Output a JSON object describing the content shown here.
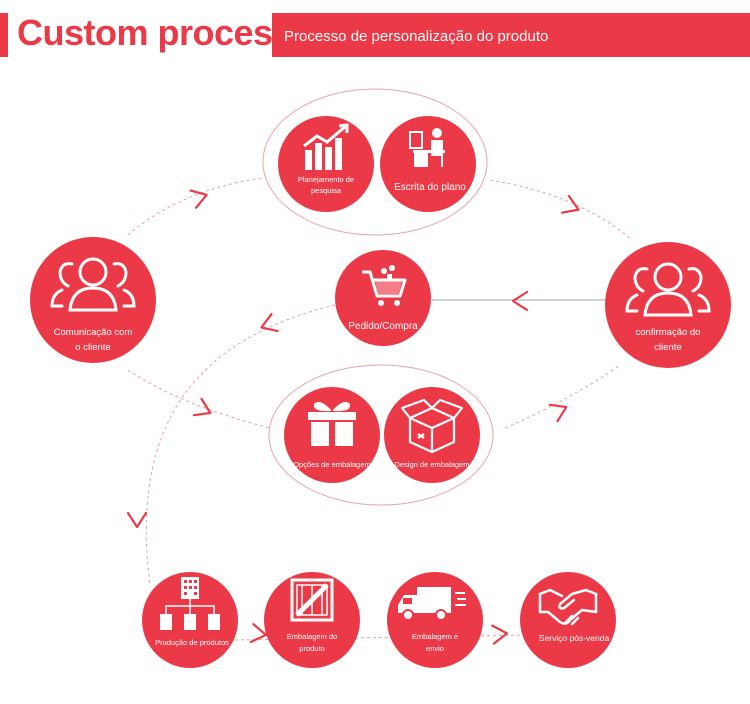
{
  "header": {
    "title": "Custom process",
    "subtitle": "Processo de personalização do produto"
  },
  "nodes": {
    "planejamento": {
      "line1": "Planejamento de",
      "line2": "pesquisa",
      "icon": "bar-chart-up-icon"
    },
    "escrita": {
      "line1": "Escrita do plano",
      "icon": "person-at-desk-icon"
    },
    "comunicacao": {
      "line1": "Comunicação com",
      "line2": "o cliente",
      "icon": "users-group-icon"
    },
    "pedido": {
      "line1": "Pedido/Compra",
      "icon": "shopping-cart-icon"
    },
    "confirmacao": {
      "line1": "confirmação do",
      "line2": "cliente",
      "icon": "users-group-icon"
    },
    "opcoes": {
      "line1": "Opções de embalagem",
      "icon": "gift-icon"
    },
    "design": {
      "line1": "Design de embalagem",
      "icon": "open-box-icon"
    },
    "producao": {
      "line1": "Produção de produtos",
      "icon": "org-chart-building-icon"
    },
    "embalagem_produto": {
      "line1": "Embalagem do",
      "line2": "produto",
      "icon": "wooden-crate-icon"
    },
    "embalagem_envio": {
      "line1": "Embalagem e",
      "line2": "envio",
      "icon": "delivery-truck-icon"
    },
    "servico": {
      "line1": "Serviço pós-venda",
      "icon": "handshake-icon"
    }
  },
  "colors": {
    "accent": "#ec3947",
    "line": "#e8a0a6"
  }
}
